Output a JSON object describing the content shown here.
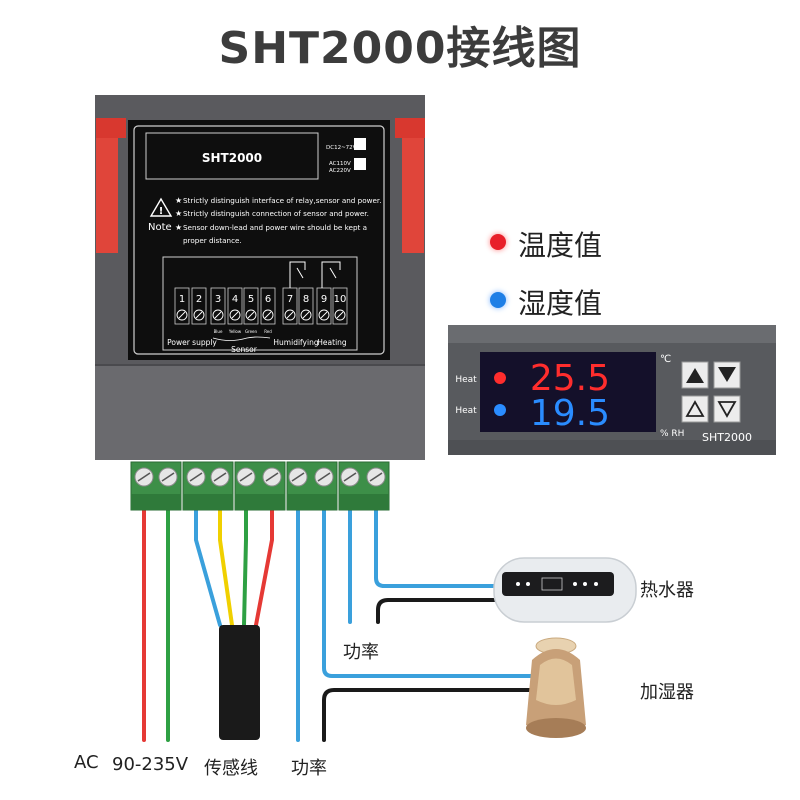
{
  "title": "SHT2000接线图",
  "panel": {
    "model": "SHT2000",
    "dc_label": "DC12~72V",
    "ac_label_1": "AC110V",
    "ac_label_2": "AC220V",
    "note_label": "Note",
    "notes": [
      "Strictly distinguish interface of relay,sensor and power.",
      "Strictly distinguish connection of sensor and power.",
      "Sensor down-lead and power wire should be kept a",
      "proper distance."
    ],
    "terminals": [
      "1",
      "2",
      "3",
      "4",
      "5",
      "6",
      "7",
      "8",
      "9",
      "10"
    ],
    "sensor_colors": [
      "Blue",
      "Yellow",
      "Green",
      "Red"
    ],
    "groups": {
      "power": "Power supply",
      "sensor": "Sensor",
      "humidifying": "Humidifying",
      "heating": "Heating"
    }
  },
  "legend": {
    "temp": {
      "label": "温度值",
      "color": "#e8202a"
    },
    "hum": {
      "label": "湿度值",
      "color": "#1e7fe6"
    }
  },
  "display": {
    "heat_label_1": "Heat",
    "heat_label_2": "Heat",
    "temp_value": "25.5",
    "hum_value": "19.5",
    "temp_unit": "℃",
    "hum_unit": "% RH",
    "model": "SHT2000",
    "buttons": [
      "up-filled",
      "down-filled",
      "up-outline",
      "down-outline"
    ]
  },
  "devices": {
    "heater": "热水器",
    "humidifier": "加湿器"
  },
  "bottom_labels": {
    "ac": "AC",
    "voltage": "90-235V",
    "sensor_wire": "传感线",
    "power_1": "功率",
    "power_2": "功率"
  },
  "colors": {
    "wire_red": "#e53935",
    "wire_green": "#2ea043",
    "wire_blue": "#3aa0dc",
    "wire_yellow": "#f0d000",
    "wire_black": "#1a1a1a",
    "connector_green": "#3d8f48"
  }
}
